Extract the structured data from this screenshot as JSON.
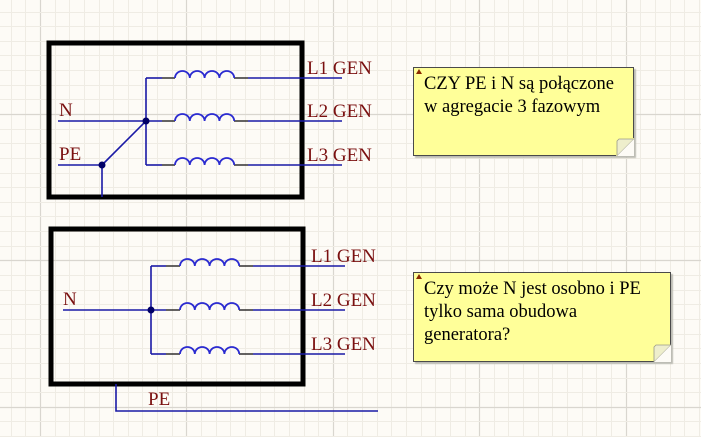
{
  "colors": {
    "background": "#fdfbf6",
    "grid_minor": "#efece4",
    "grid_major": "#d9d6cf",
    "wire": "#1a1aa6",
    "coil": "#2a2ad0",
    "box": "#000000",
    "label": "#7a1010",
    "note_fill": "#ffff99"
  },
  "diagram_top": {
    "left_labels": [
      "N",
      "PE"
    ],
    "right_labels": [
      "L1 GEN",
      "L2 GEN",
      "L3 GEN"
    ],
    "note": {
      "lines": [
        "CZY PE i N są połączone",
        "w agregacie 3 fazowym"
      ]
    }
  },
  "diagram_bottom": {
    "left_labels": [
      "N"
    ],
    "right_labels": [
      "L1 GEN",
      "L2 GEN",
      "L3 GEN"
    ],
    "pe_label": "PE",
    "note": {
      "lines": [
        "Czy może N jest osobno i PE",
        "tylko sama obudowa",
        "generatora?"
      ]
    }
  }
}
